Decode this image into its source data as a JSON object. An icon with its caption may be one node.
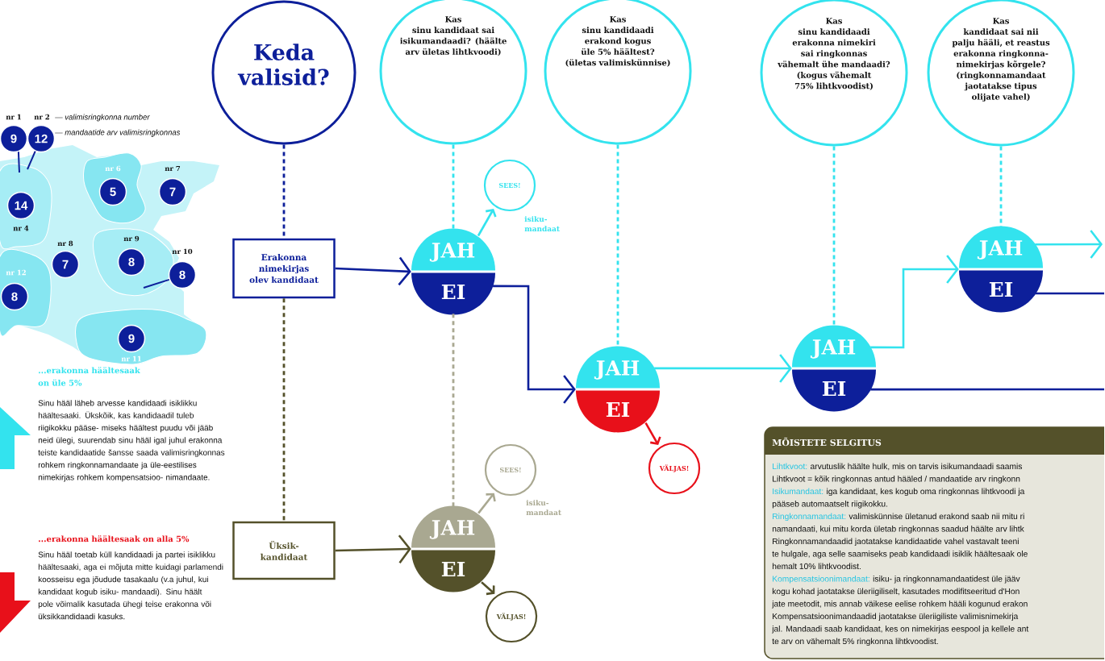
{
  "diagram": {
    "nodes": [
      {
        "text": [
          "Keda valisid?"
        ]
      },
      {
        "text": [
          "Kas sinu kandidaat sai isikumandaadi? (häälte arv ületas lihtkvoodi)"
        ]
      },
      {
        "text": [
          "Kas sinu kandidaadi erakond kogus üle 5% häältest? (ületas valimiskünnise)"
        ]
      },
      {
        "text": [
          "Kas sinu kandidaadi erakonna nimekiri sai ringkonnas vähemalt ühe mandaadi? (kogus vähemalt 75% lihtkvoodist)"
        ]
      },
      {
        "text": [
          "Kas kandidaat sai nii palju hääli, et reastus erakonna ringkonna- nimekirjas kõrgele? (ringkonnamandaat jaotatakse tipus olijate vahel)"
        ]
      },
      {
        "text": [
          "Erakonna nimekirjas olev kandidaat"
        ]
      },
      {
        "text": [
          "Üksik- kandidaat"
        ]
      },
      {
        "text": [
          "JAH",
          "EI"
        ]
      },
      {
        "text": [
          "SEES!"
        ],
        "beside": [
          "isiku- mandaat"
        ]
      },
      {
        "text": [
          "JAH",
          "EI"
        ]
      },
      {
        "text": [
          "VÄLJAS!"
        ]
      },
      {
        "text": [
          "JAH",
          "EI"
        ]
      },
      {
        "text": [
          "JAH",
          "EI"
        ]
      },
      {
        "text": [
          "JAH",
          "EI"
        ]
      },
      {
        "text": [
          "SEES!"
        ],
        "beside": [
          "isiku- mandaat"
        ]
      },
      {
        "text": [
          "VÄLJAS!"
        ]
      },
      {
        "text": [
          "MÕISTETE SELGITUS",
          "Lihtkvoot:",
          "arvutuslik häälte hulk, mis on tarvis isikumandaadi saamis",
          "Lihtkvoot = kõik ringkonnas antud hääled / mandaatide arv ringkonn",
          "Isikumandaat:",
          "iga kandidaat, kes kogub oma ringkonnas lihtkvoodi ja",
          "pääseb automaatselt riigikokku.",
          "Ringkonnamandaat:",
          "valimiskünnise ületanud erakond saab nii mitu ri",
          "namandaati, kui mitu korda ületab ringkonnas saadud häälte arv lihtk",
          "Ringkonnamandaadid jaotatakse kandidaatide vahel vastavalt teeni",
          "te hulgale, aga selle saamiseks peab kandidaadi isiklik häältesaak ole",
          "hemalt 10% lihtkvoodist.",
          "Kompensatsioonimandaat:",
          "isiku- ja ringkonnamandaatidest üle jääv",
          "kogu kohad jaotatakse üleriigiliselt, kasutades modifitseeritud d'Hon",
          "jate meetodit, mis annab väikese eelise rohkem hääli kogunud erakon",
          "Kompensatsioonimandaadid jaotatakse üleriigiliste valimisnimekirja",
          "jal. Mandaadi saab kandidaat, kes on nimekirjas eespool ja kellele ant",
          "te arv on vähemalt 5% ringkonna lihtkvoodist."
        ]
      },
      {
        "text": [
          "9"
        ],
        "beside": [
          "nr 1"
        ]
      },
      {
        "text": [
          "12"
        ],
        "beside": [
          "nr 2"
        ]
      },
      {
        "text": [
          "5"
        ],
        "beside": [
          "nr 6"
        ]
      },
      {
        "text": [
          "7"
        ],
        "beside": [
          "nr 7"
        ]
      },
      {
        "text": [
          "14"
        ],
        "beside": [
          "nr 4"
        ]
      },
      {
        "text": [
          "7"
        ],
        "beside": [
          "nr 8"
        ]
      },
      {
        "text": [
          "8"
        ],
        "beside": [
          "nr 9"
        ]
      },
      {
        "text": [
          "8"
        ],
        "beside": [
          "nr 10"
        ]
      },
      {
        "text": [
          "8"
        ],
        "beside": [
          "nr 12"
        ]
      },
      {
        "text": [
          "9"
        ],
        "beside": [
          "nr 11"
        ]
      }
    ],
    "edges": [
      {
        "from": 0,
        "to": 5,
        "arrow": "none",
        "style": "dashed",
        "color": "#0d1f9a"
      },
      {
        "from": 5,
        "to": 6,
        "arrow": "none",
        "style": "dashed",
        "color": "#54512a"
      },
      {
        "from": 1,
        "to": 7,
        "arrow": "none",
        "style": "dashed",
        "color": "#33e3ee"
      },
      {
        "from": 7,
        "to": 13,
        "arrow": "none",
        "style": "dashed",
        "color": "#a9a891"
      },
      {
        "from": 2,
        "to": 9,
        "arrow": "none",
        "style": "dashed",
        "color": "#33e3ee"
      },
      {
        "from": 3,
        "to": 11,
        "arrow": "none",
        "style": "dashed",
        "color": "#33e3ee"
      },
      {
        "from": 4,
        "to": 12,
        "arrow": "none",
        "style": "dashed",
        "color": "#33e3ee"
      },
      {
        "from": 5,
        "to": 7,
        "arrow": "to",
        "color": "#0d1f9a"
      },
      {
        "from": 7,
        "to": 8,
        "arrow": "to",
        "color": "#33e3ee"
      },
      {
        "from": 7,
        "to": 9,
        "arrow": "to",
        "color": "#0d1f9a"
      },
      {
        "from": 9,
        "to": 10,
        "arrow": "to",
        "color": "#e8101a"
      },
      {
        "from": 9,
        "to": 11,
        "arrow": "to",
        "color": "#33e3ee"
      },
      {
        "from": 11,
        "to": 12,
        "arrow": "to",
        "color": "#33e3ee"
      },
      {
        "from": 11,
        "to": null,
        "arrow": "none",
        "color": "#0d1f9a"
      },
      {
        "from": 12,
        "to": null,
        "arrow": "to",
        "color": "#33e3ee"
      },
      {
        "from": 12,
        "to": null,
        "arrow": "none",
        "color": "#0d1f9a"
      },
      {
        "from": 6,
        "to": 13,
        "arrow": "to",
        "color": "#54512a"
      },
      {
        "from": 13,
        "to": 14,
        "arrow": "to",
        "color": "#a9a891"
      },
      {
        "from": 13,
        "to": 15,
        "arrow": "to",
        "color": "#54512a"
      },
      {
        "from": 17,
        "to": null,
        "arrow": "none",
        "color": "#0d1f9a"
      },
      {
        "from": 18,
        "to": null,
        "arrow": "none",
        "color": "#0d1f9a"
      },
      {
        "from": 24,
        "to": null,
        "arrow": "none",
        "color": "#0d1f9a"
      }
    ],
    "labels": [
      "— valimisringkonna number",
      "— mandaatide arv valimisringkonnas",
      "...erakonna häältesaak on üle 5%",
      "Sinu hääl läheb arvesse kandidaadi isiklikku häältesaaki. Ükskõik, kas kandidaadil tuleb riigikokku pääse- miseks häältest puudu või jääb neid ülegi, suurendab sinu hääl igal juhul erakonna teiste kandidaatide šansse saada valimisringkonnas rohkem ringkonnamandaate ja üle-eestilises nimekirjas rohkem kompensatsioo- nimandaate.",
      "...erakonna häältesaak on alla 5%",
      "Sinu hääl toetab küll kandidaadi ja partei isiklikku häältesaaki, aga ei mõjuta mitte kuidagi parlamendi koosseisu ega jõudude tasakaalu (v.a juhul, kui kandidaat kogub isiku- mandaadi). Sinu häält pole võimalik kasutada ühegi teise erakonna või üksikkandidaadi kasuks."
    ]
  }
}
